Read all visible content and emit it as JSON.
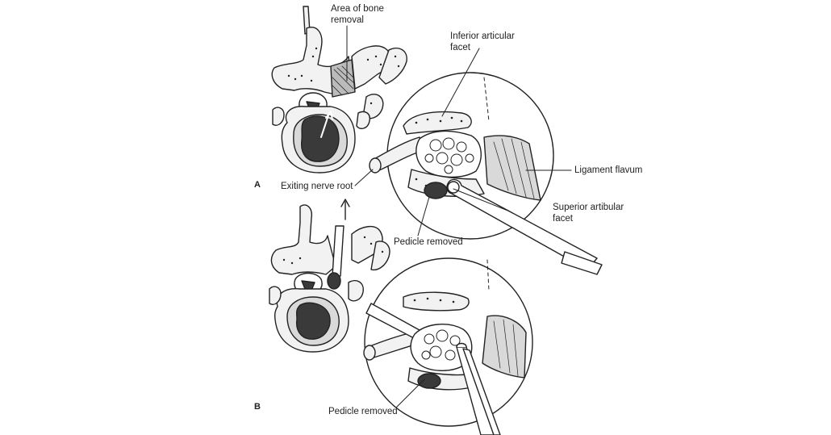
{
  "figure": {
    "panel_a_letter": "A",
    "panel_b_letter": "B",
    "labels": {
      "area_of_bone_removal_line1": "Area of bone",
      "area_of_bone_removal_line2": "removal",
      "inferior_articular_facet_line1": "Inferior articular",
      "inferior_articular_facet_line2": "facet",
      "ligament_flavum": "Ligament flavum",
      "exiting_nerve_root": "Exiting nerve root",
      "superior_articular_facet_line1": "Superior artibular",
      "superior_articular_facet_line2": "facet",
      "pedicle_removed_a": "Pedicle removed",
      "pedicle_removed_b": "Pedicle removed"
    }
  },
  "colors": {
    "ink": "#222222",
    "bone_fill": "#f2f2f2",
    "dark_fill": "#3a3a3a",
    "soft_tissue": "#d9d9d9",
    "background": "#ffffff"
  }
}
